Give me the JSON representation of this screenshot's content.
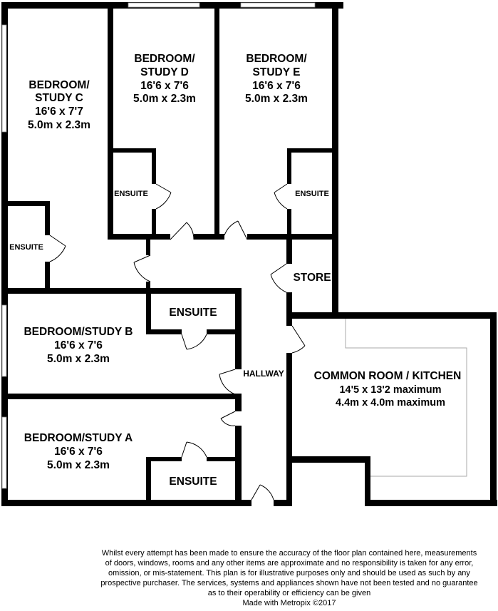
{
  "rooms": {
    "bed_c": {
      "line1": "BEDROOM/",
      "line2": "STUDY C",
      "line3": "16'6 x 7'7",
      "line4": "5.0m x 2.3m"
    },
    "bed_d": {
      "line1": "BEDROOM/",
      "line2": "STUDY D",
      "line3": "16'6 x 7'6",
      "line4": "5.0m x 2.3m"
    },
    "bed_e": {
      "line1": "BEDROOM/",
      "line2": "STUDY E",
      "line3": "16'6 x 7'6",
      "line4": "5.0m x 2.3m"
    },
    "bed_b": {
      "line1": "BEDROOM/STUDY B",
      "line2": "16'6 x 7'6",
      "line3": "5.0m x 2.3m"
    },
    "bed_a": {
      "line1": "BEDROOM/STUDY A",
      "line2": "16'6 x 7'6",
      "line3": "5.0m x 2.3m"
    },
    "common": {
      "line1": "COMMON ROOM / KITCHEN",
      "line2": "14'5 x 13'2 maximum",
      "line3": "4.4m x 4.0m maximum"
    },
    "ensuite_small": "ENSUITE",
    "ensuite_large": "ENSUITE",
    "store": "STORE",
    "hallway": "HALLWAY"
  },
  "disclaimer": {
    "line1": "Whilst every attempt has been made to ensure the accuracy of the floor plan contained here, measurements",
    "line2": "of doors, windows, rooms and any other items are approximate and no responsibility is taken for any error,",
    "line3": "omission, or mis-statement. This plan is for illustrative purposes only and should be used as such by any",
    "line4": "prospective purchaser. The services, systems and appliances shown have not been tested and no guarantee",
    "line5": "as to their operability or efficiency can be given",
    "line6": "Made with Metropix ©2017"
  },
  "colors": {
    "wall": "#000000",
    "window": "#888888",
    "counter": "#aaaaaa",
    "background": "#ffffff"
  }
}
